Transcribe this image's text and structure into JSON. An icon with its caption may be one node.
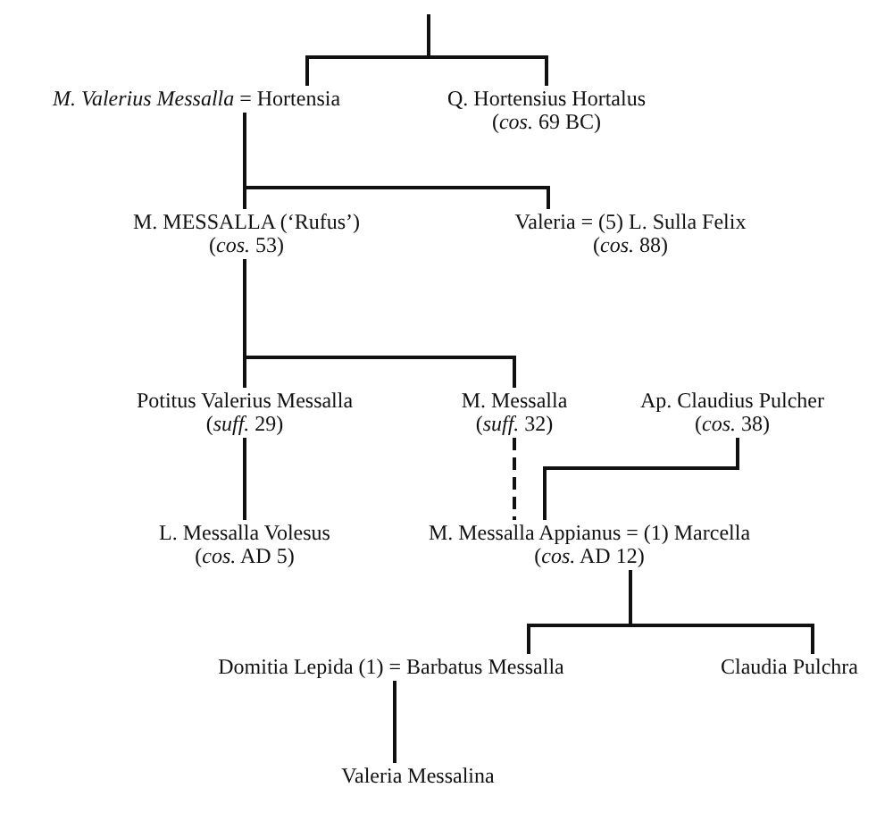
{
  "diagram": {
    "nodes": [
      {
        "text": [
          "*M. Valerius Messalla* = Hortensia"
        ]
      },
      {
        "text": [
          "Q. Hortensius Hortalus",
          "(*cos.* 69 BC)"
        ]
      },
      {
        "text": [
          "M. MESSALLA (‘Rufus’)",
          "(*cos.* 53)"
        ]
      },
      {
        "text": [
          "Valeria = (5) L. Sulla Felix",
          "(*cos.* 88)"
        ]
      },
      {
        "text": [
          "Potitus Valerius Messalla",
          "(*suff.* 29)"
        ]
      },
      {
        "text": [
          "M. Messalla",
          "(*suff.* 32)"
        ]
      },
      {
        "text": [
          "Ap. Claudius Pulcher",
          "(*cos.* 38)"
        ]
      },
      {
        "text": [
          "L. Messalla Volesus",
          "(*cos.* AD 5)"
        ]
      },
      {
        "text": [
          "M. Messalla Appianus = (1) Marcella",
          "(*cos.* AD 12)"
        ]
      },
      {
        "text": [
          "Domitia Lepida (1) = Barbatus Messalla"
        ]
      },
      {
        "text": [
          "Claudia Pulchra"
        ]
      },
      {
        "text": [
          "Valeria Messalina"
        ]
      }
    ],
    "edges": [
      {
        "from": null,
        "to": 0,
        "arrow": "none"
      },
      {
        "from": null,
        "to": 1,
        "arrow": "none"
      },
      {
        "from": 0,
        "to": 2,
        "arrow": "none"
      },
      {
        "from": 0,
        "to": 3,
        "arrow": "none"
      },
      {
        "from": 2,
        "to": 4,
        "arrow": "none"
      },
      {
        "from": 2,
        "to": 5,
        "arrow": "none"
      },
      {
        "from": 4,
        "to": 7,
        "arrow": "none"
      },
      {
        "from": 5,
        "to": 8,
        "arrow": "none",
        "style": "dashed"
      },
      {
        "from": 6,
        "to": 8,
        "arrow": "none"
      },
      {
        "from": 8,
        "to": 9,
        "arrow": "none"
      },
      {
        "from": 8,
        "to": 10,
        "arrow": "none"
      },
      {
        "from": 9,
        "to": 11,
        "arrow": "none"
      }
    ]
  }
}
